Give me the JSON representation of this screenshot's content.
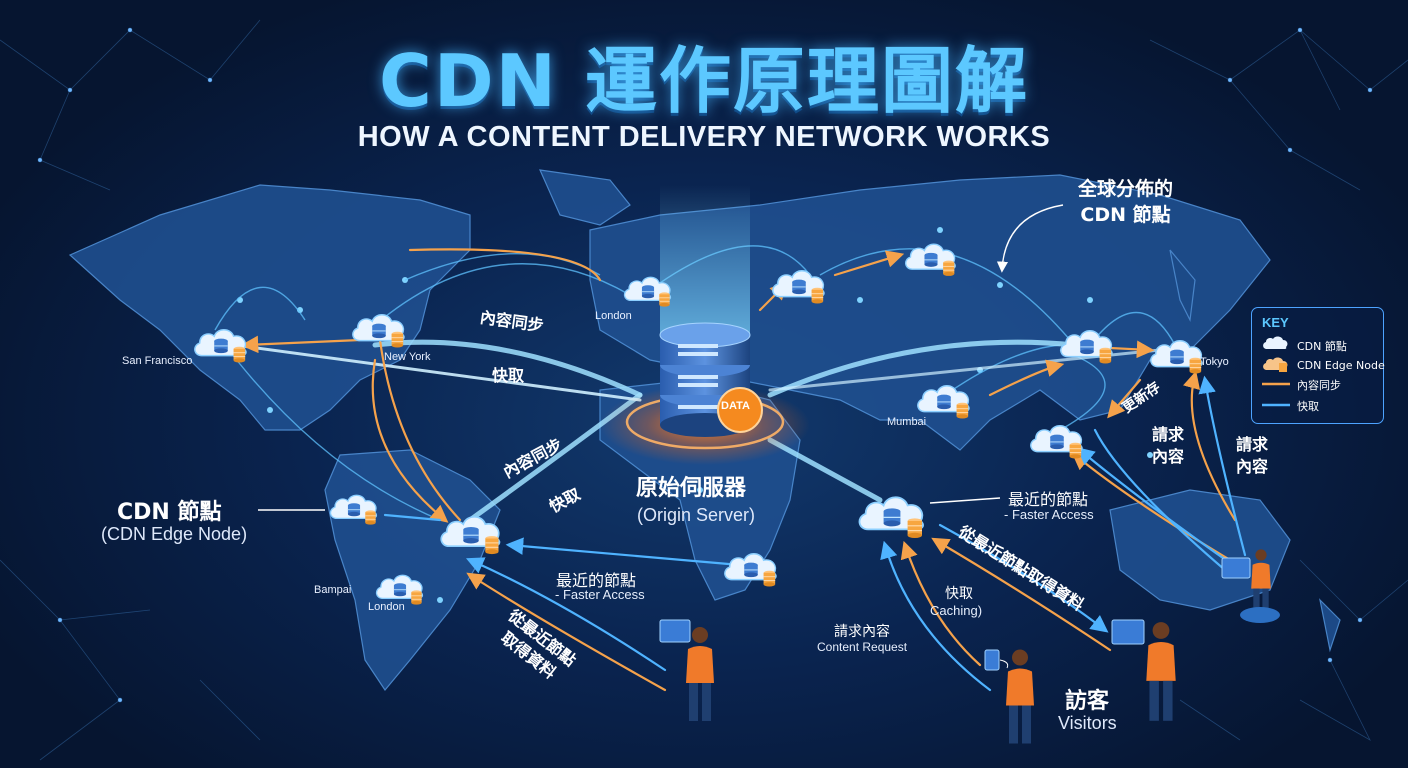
{
  "title": "CDN 運作原理圖解",
  "subtitle": "HOW A CONTENT DELIVERY NETWORK WORKS",
  "colors": {
    "sync": "#f5a24b",
    "fetch": "#4fb3ff",
    "cloud": "#e9f4ff",
    "db": "#f7a640",
    "origin_glow": "#ff7a1a",
    "accent": "#5cc8ff"
  },
  "cities": {
    "san_francisco": "San Francisco",
    "new_york": "New York",
    "london_top": "London",
    "tokyo": "Tokyo",
    "mumbai": "Mumbai",
    "bampai": "Bampai",
    "london_bottom": "London"
  },
  "origin": {
    "label": "原始伺服器",
    "label_en": "(Origin Server)",
    "badge": "DATA"
  },
  "labels": {
    "sync_top": "內容同步",
    "fetch_top": "快取",
    "sync_mid": "內容同步",
    "fetch_mid": "快取",
    "global_nodes_line1": "全球分佈的",
    "global_nodes_line2": "CDN 節點",
    "cdn_node": "CDN 節點",
    "cdn_node_en": "(CDN Edge Node)",
    "nearest_left": "最近的節點",
    "nearest_left_en": "- Faster Access",
    "nearest_right": "最近的節點",
    "nearest_right_en": "- Faster Access",
    "fetch_from_nearest_left": "從最近節點\n取得資料",
    "fetch_from_nearest_right": "從最近節點取得資料",
    "request_content": "請求內容",
    "request_content_en": "Content Request",
    "cache": "快取",
    "cache_en": "Caching)",
    "update_cache": "更新存",
    "request_1": "請求\n內容",
    "request_2": "請求\n內容",
    "visitors": "訪客",
    "visitors_en": "Visitors"
  },
  "key": {
    "title": "KEY",
    "items": [
      "CDN 節點",
      "CDN Edge Node",
      "內容同步",
      "快取"
    ]
  }
}
